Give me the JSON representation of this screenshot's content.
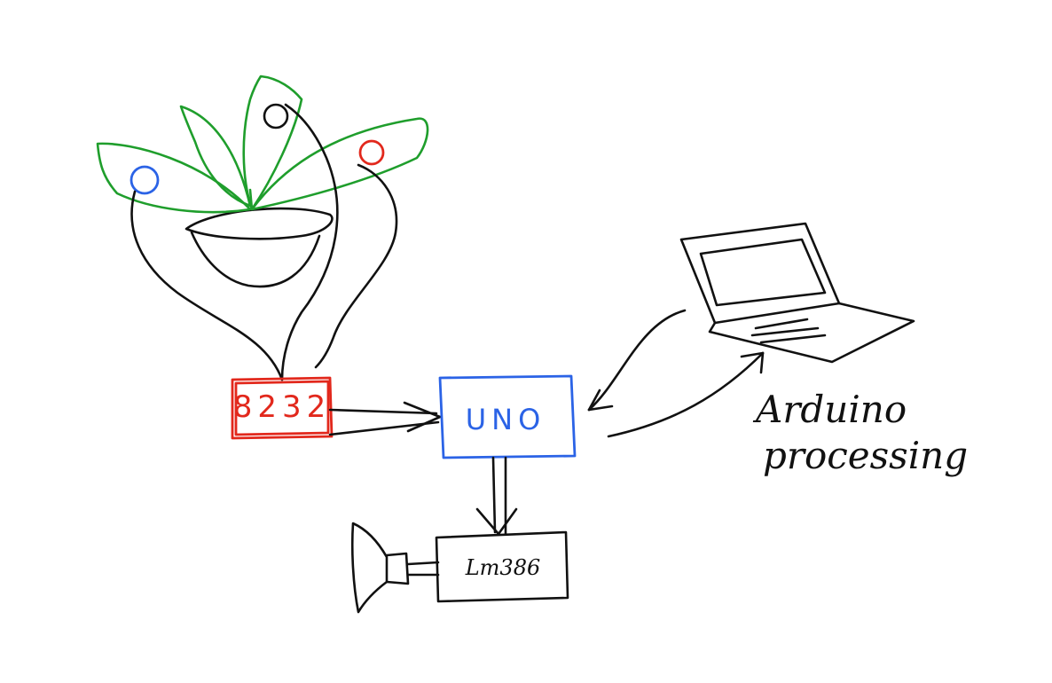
{
  "diagram": {
    "nodes": {
      "sensor": {
        "label": "8232",
        "color": "#e2281c"
      },
      "board": {
        "label": "UNO",
        "color": "#2b63e6"
      },
      "amplifier": {
        "label": "Lm386",
        "color": "#111111"
      }
    },
    "annotations": {
      "software_line1": "Arduino",
      "software_line2": "processing"
    },
    "icons": [
      "plant-icon",
      "laptop-icon",
      "speaker-icon"
    ],
    "colors": {
      "plant": "#1f9e2c",
      "ink": "#111111",
      "electrode_left": "#2b63e6",
      "electrode_right": "#e2281c"
    }
  }
}
